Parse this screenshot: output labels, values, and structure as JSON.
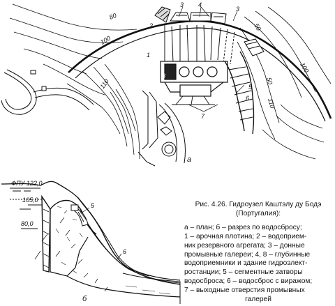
{
  "plan": {
    "view_label": "а",
    "callouts": {
      "c1": "1",
      "c2": "2",
      "c3a": "3",
      "c4": "4",
      "c3b": "3",
      "c8": "8",
      "c7": "7",
      "c6": "6",
      "c5": "5"
    },
    "contours": {
      "m80": "80",
      "m100": "100",
      "m110": "110",
      "m50": "50",
      "m100r": "100",
      "m110b": "110",
      "m50b": "50"
    }
  },
  "section": {
    "view_label": "б",
    "elevations": {
      "fpu": "ФПУ 122,0",
      "e105": "105,0",
      "e80": "80,0"
    },
    "callouts": {
      "c5": "5",
      "c6": "6"
    }
  },
  "caption": {
    "title": "Рис. 4.26. Гидроузел Кaштэлу ду Бодэ (Португалия):",
    "lines": [
      "а – план; б – разрез по водосбросу;",
      "1 – арочная плотина; 2 – водоприем-",
      "ник резервного агрегата; 3 – донные",
      "промывные галереи; 4, 8 – глубинные",
      "водоприемники и здание гидроэлект-",
      "ростанции; 5 – сегментные затворы",
      "водосброса; 6 – водосброс с виражом;",
      "7 – выходные отверстия промывных",
      "галерей"
    ]
  }
}
